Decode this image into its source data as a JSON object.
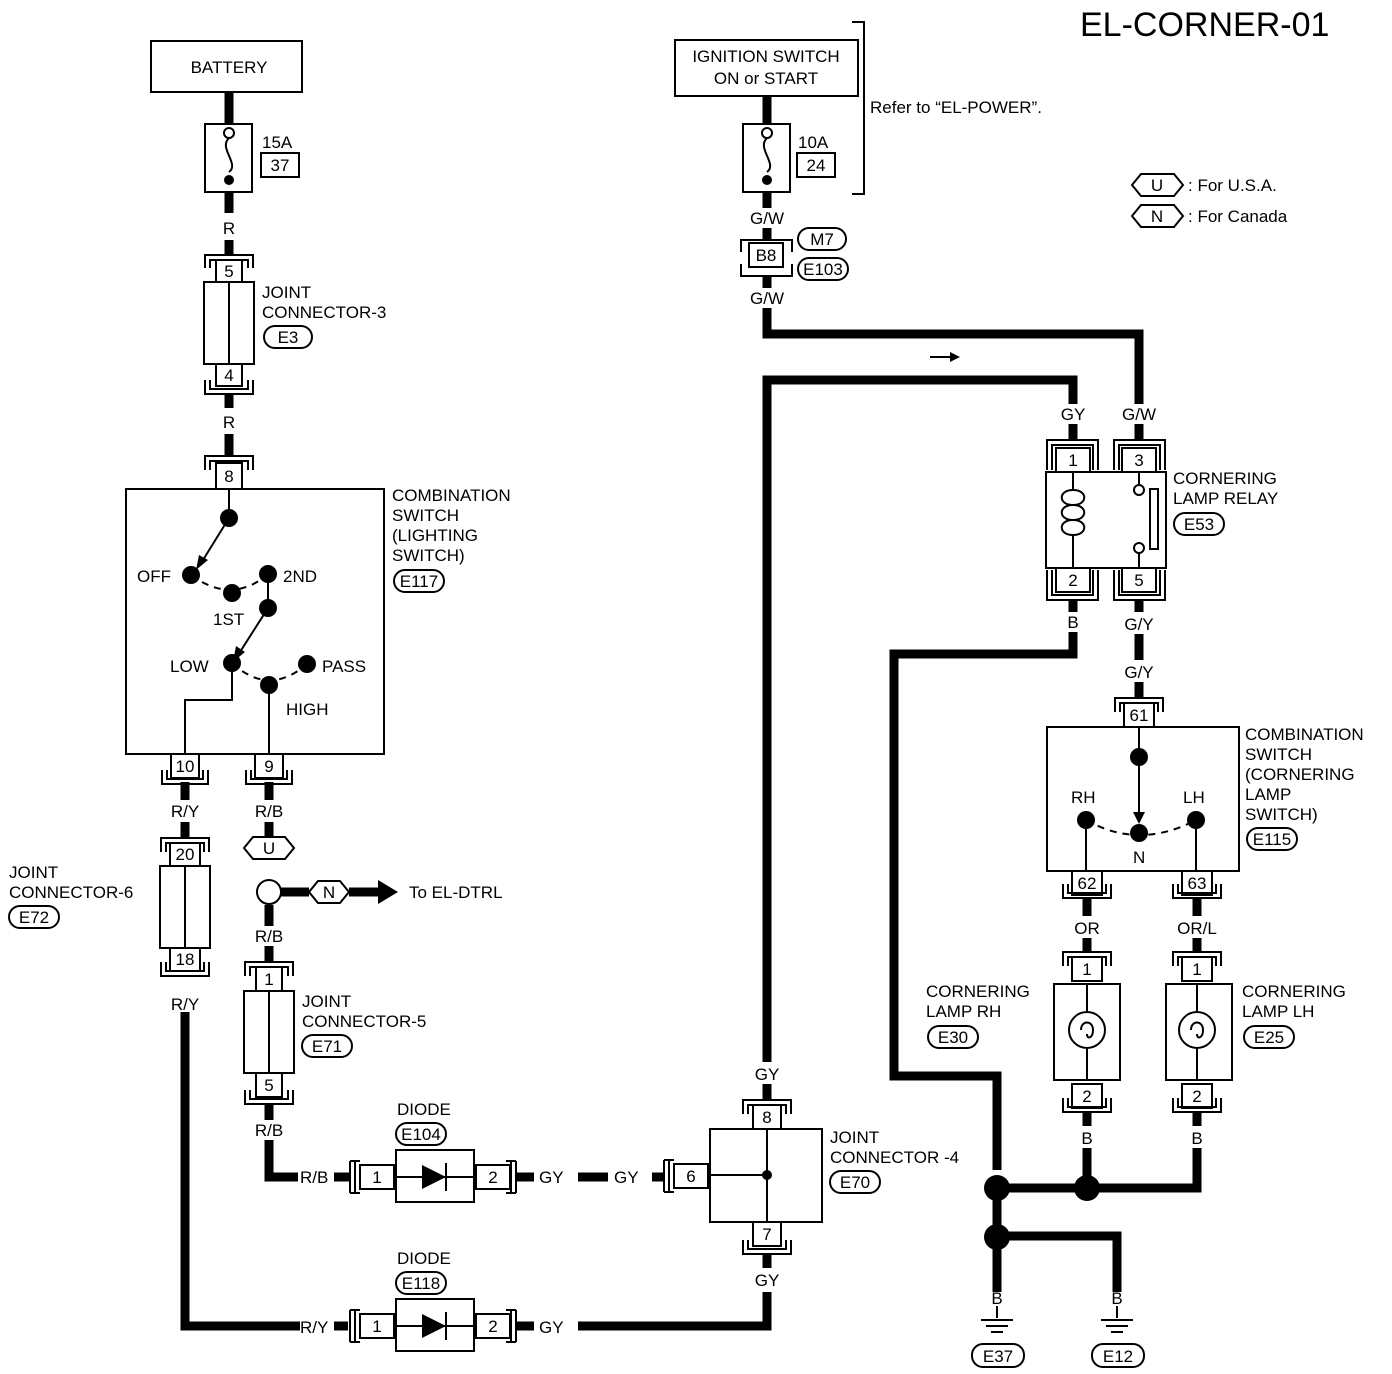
{
  "title": "EL-CORNER-01",
  "legend": {
    "usa_code": "U",
    "usa_text": ": For U.S.A.",
    "canada_code": "N",
    "canada_text": ": For Canada"
  },
  "power": {
    "battery": "BATTERY",
    "fuse1_rating": "15A",
    "fuse1_no": "37",
    "ign_line1": "IGNITION SWITCH",
    "ign_line2": "ON or START",
    "fuse2_rating": "10A",
    "fuse2_no": "24",
    "refer": "Refer to “EL-POWER”."
  },
  "connectors": {
    "b8": "B8",
    "m7": "M7",
    "e103": "E103",
    "jc3_l1": "JOINT",
    "jc3_l2": "CONNECTOR-3",
    "jc3_id": "E3",
    "jc3_pin_top": "5",
    "jc3_pin_bottom": "4",
    "jc6_l1": "JOINT",
    "jc6_l2": "CONNECTOR-6",
    "jc6_id": "E72",
    "jc6_pin_top": "20",
    "jc6_pin_bottom": "18",
    "jc5_l1": "JOINT",
    "jc5_l2": "CONNECTOR-5",
    "jc5_id": "E71",
    "jc5_pin_top": "1",
    "jc5_pin_bottom": "5",
    "jc4_l1": "JOINT",
    "jc4_l2": "CONNECTOR -4",
    "jc4_id": "E70",
    "jc4_pin_top": "8",
    "jc4_pin_left": "6",
    "jc4_pin_bottom": "7"
  },
  "light_switch": {
    "l1": "COMBINATION",
    "l2": "SWITCH",
    "l3": "(LIGHTING",
    "l4": "SWITCH)",
    "id": "E117",
    "pin_in": "8",
    "pin_out1": "10",
    "pin_out2": "9",
    "off": "OFF",
    "first": "1ST",
    "second": "2ND",
    "low": "LOW",
    "pass": "PASS",
    "high": "HIGH"
  },
  "relay": {
    "l1": "CORNERING",
    "l2": "LAMP RELAY",
    "id": "E53",
    "pin1": "1",
    "pin2": "2",
    "pin3": "3",
    "pin5": "5"
  },
  "corner_switch": {
    "l1": "COMBINATION",
    "l2": "SWITCH",
    "l3": "(CORNERING",
    "l4": "LAMP",
    "l5": "SWITCH)",
    "id": "E115",
    "pin_in": "61",
    "pin_rh": "62",
    "pin_lh": "63",
    "rh": "RH",
    "lh": "LH",
    "n": "N"
  },
  "lamps": {
    "rh_l1": "CORNERING",
    "rh_l2": "LAMP RH",
    "rh_id": "E30",
    "lh_l1": "CORNERING",
    "lh_l2": "LAMP LH",
    "lh_id": "E25",
    "pin1": "1",
    "pin2": "2"
  },
  "diodes": {
    "d1_label": "DIODE",
    "d1_id": "E104",
    "d2_label": "DIODE",
    "d2_id": "E118",
    "pin1": "1",
    "pin2": "2"
  },
  "grounds": {
    "g1": "E37",
    "g2": "E12"
  },
  "wires": {
    "r": "R",
    "gw": "G/W",
    "gy": "GY",
    "b": "B",
    "gyel": "G/Y",
    "ry": "R/Y",
    "rb": "R/B",
    "or": "OR",
    "orl": "OR/L"
  },
  "dtrl": {
    "code": "N",
    "text": "To EL-DTRL",
    "usa": "U"
  }
}
